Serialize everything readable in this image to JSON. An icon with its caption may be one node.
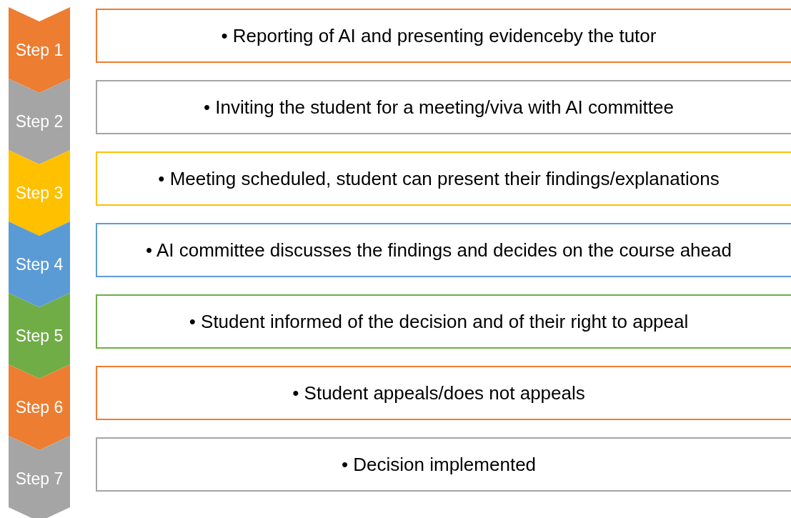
{
  "diagram": {
    "nodes": [
      {
        "text": [
          "Step 1"
        ]
      },
      {
        "text": [
          "• Reporting of AI and presenting evidenceby the tutor"
        ]
      },
      {
        "text": [
          "Step 2"
        ]
      },
      {
        "text": [
          "• Inviting the student for a meeting/viva with AI committee"
        ]
      },
      {
        "text": [
          "Step 3"
        ]
      },
      {
        "text": [
          "• Meeting scheduled, student can present their findings/explanations"
        ]
      },
      {
        "text": [
          "Step 4"
        ]
      },
      {
        "text": [
          "• AI committee discusses the findings and decides on the course ahead"
        ]
      },
      {
        "text": [
          "Step 5"
        ]
      },
      {
        "text": [
          "• Student informed of the decision and of their right to appeal"
        ]
      },
      {
        "text": [
          "Step 6"
        ]
      },
      {
        "text": [
          "• Student appeals/does not appeals"
        ]
      },
      {
        "text": [
          "Step 7"
        ]
      },
      {
        "text": [
          "• Decision implemented"
        ]
      }
    ]
  }
}
